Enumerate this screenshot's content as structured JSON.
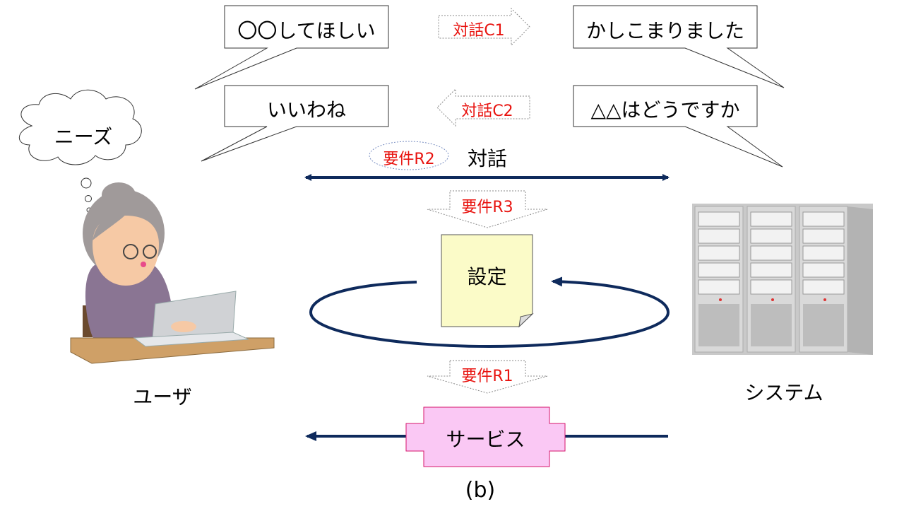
{
  "bubbles": {
    "user_request": "〇〇してほしい",
    "system_ack": "かしこまりました",
    "user_approve": "いいわね",
    "system_propose": "△△はどうですか"
  },
  "thought": {
    "needs": "ニーズ"
  },
  "arrows": {
    "dialog_c1": "対話C1",
    "dialog_c2": "対話C2",
    "req_r3": "要件R3",
    "req_r1": "要件R1"
  },
  "dialog": {
    "req_r2": "要件R2",
    "label": "対話"
  },
  "document": {
    "label": "設定"
  },
  "service": {
    "label": "サービス"
  },
  "actors": {
    "user": "ユーザ",
    "system": "システム"
  },
  "caption": "(b)",
  "colors": {
    "navy": "#0e2a5c",
    "red_text": "#e8130f",
    "service_fill": "#fac8f4",
    "service_stroke": "#d6146b",
    "note_fill": "#fbfbc8"
  }
}
